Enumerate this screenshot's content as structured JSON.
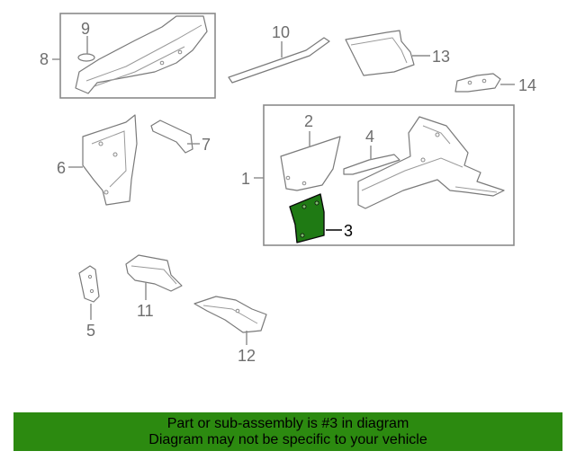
{
  "callouts": {
    "c1": "1",
    "c2": "2",
    "c3": "3",
    "c4": "4",
    "c5": "5",
    "c6": "6",
    "c7": "7",
    "c8": "8",
    "c9": "9",
    "c10": "10",
    "c11": "11",
    "c12": "12",
    "c13": "13",
    "c14": "14"
  },
  "highlighted_part": "3",
  "colors": {
    "highlight_fill": "#1f7a14",
    "banner_background": "#2c8a10",
    "outline": "#7a7a7a"
  },
  "banner": {
    "line1": "Part or sub-assembly is #3 in diagram",
    "line2": "Diagram may not be specific to your vehicle"
  }
}
